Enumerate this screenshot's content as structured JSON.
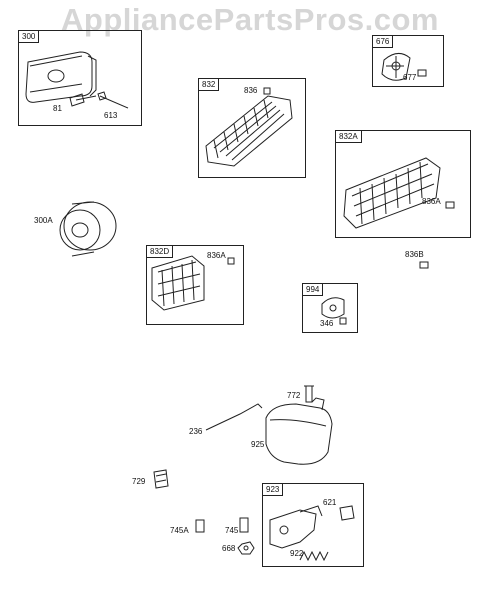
{
  "watermark": "AppliancePartsPros.com",
  "boxes": [
    {
      "id": "300",
      "label": "300"
    },
    {
      "id": "676",
      "label": "676"
    },
    {
      "id": "832",
      "label": "832"
    },
    {
      "id": "832A",
      "label": "832A"
    },
    {
      "id": "832D",
      "label": "832D"
    },
    {
      "id": "994",
      "label": "994"
    },
    {
      "id": "923",
      "label": "923"
    }
  ],
  "parts": {
    "p81": "81",
    "p613": "613",
    "p677": "677",
    "p836": "836",
    "p836A_1": "836A",
    "p300A": "300A",
    "p836A_2": "836A",
    "p836B": "836B",
    "p346": "346",
    "p772": "772",
    "p236": "236",
    "p925": "925",
    "p729": "729",
    "p621": "621",
    "p745A": "745A",
    "p745": "745",
    "p668": "668",
    "p922": "922"
  }
}
